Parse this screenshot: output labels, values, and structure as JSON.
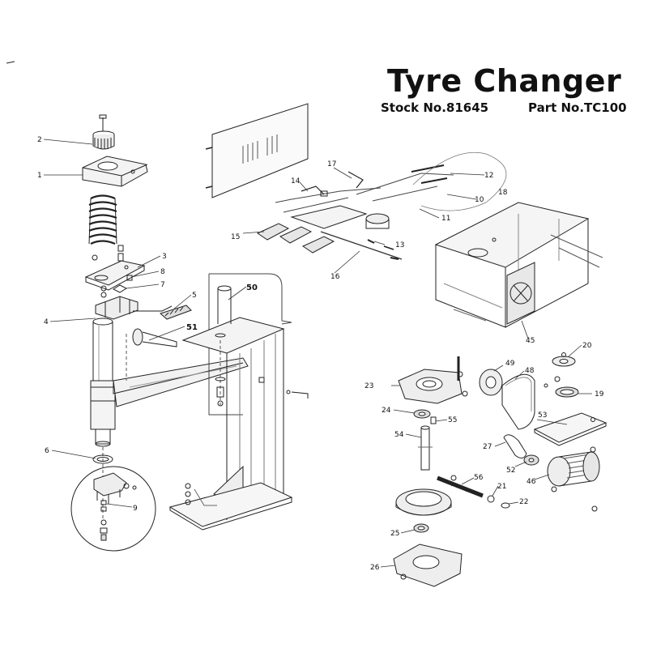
{
  "header": {
    "title": "Tyre Changer",
    "stock": "Stock No.81645",
    "part": "Part No.TC100"
  },
  "callouts": {
    "c1": "1",
    "c2": "2",
    "c3": "3",
    "c4": "4",
    "c5": "5",
    "c6": "6",
    "c7": "7",
    "c8": "8",
    "c9": "9",
    "c10": "10",
    "c11": "11",
    "c12": "12",
    "c13": "13",
    "c14": "14",
    "c15": "15",
    "c16": "16",
    "c17": "17",
    "c18": "18",
    "c19": "19",
    "c20": "20",
    "c21": "21",
    "c22": "22",
    "c23": "23",
    "c24": "24",
    "c25": "25",
    "c26": "26",
    "c27": "27",
    "c45": "45",
    "c46": "46",
    "c48": "48",
    "c49": "49",
    "c50": "50",
    "c51": "51",
    "c52": "52",
    "c53": "53",
    "c54": "54",
    "c55": "55",
    "c56": "56"
  }
}
